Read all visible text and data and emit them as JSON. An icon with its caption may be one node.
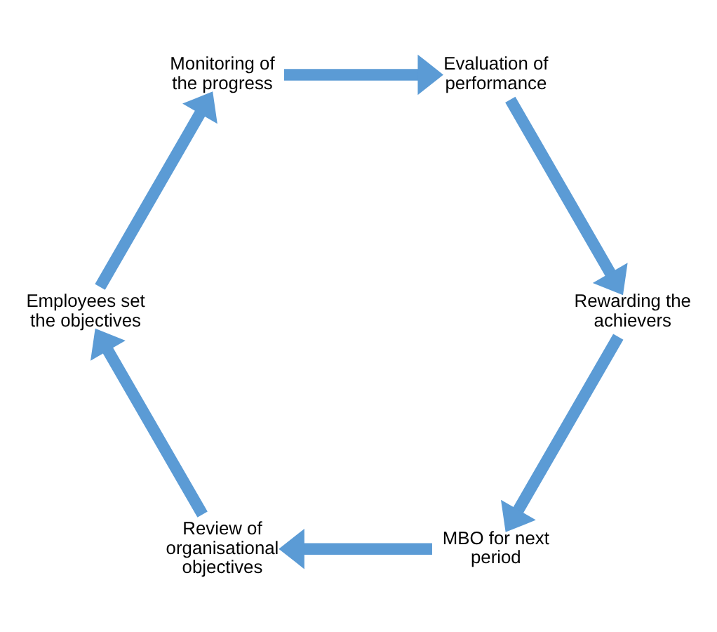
{
  "diagram": {
    "nodes": [
      {
        "text": [
          "MBO for next period"
        ]
      },
      {
        "text": [
          "Review of organisational objectives"
        ]
      },
      {
        "text": [
          "Employees set the objectives"
        ]
      },
      {
        "text": [
          "Monitoring of the progress"
        ]
      },
      {
        "text": [
          "Evaluation of performance"
        ]
      },
      {
        "text": [
          "Rewarding the achievers"
        ]
      }
    ],
    "edges": [
      {
        "from": 0,
        "to": 1,
        "arrow": "to"
      },
      {
        "from": 1,
        "to": 2,
        "arrow": "to"
      },
      {
        "from": 2,
        "to": 3,
        "arrow": "to"
      },
      {
        "from": 3,
        "to": 4,
        "arrow": "to"
      },
      {
        "from": 4,
        "to": 5,
        "arrow": "to"
      },
      {
        "from": 5,
        "to": 0,
        "arrow": "to"
      }
    ]
  }
}
